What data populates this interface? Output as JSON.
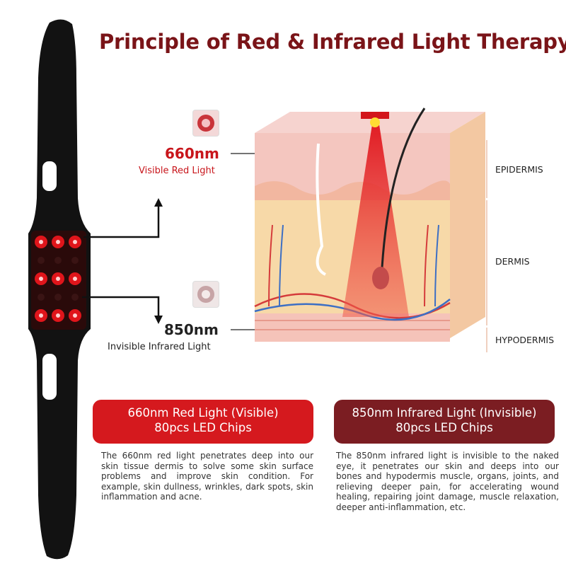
{
  "title": "Principle of Red & Infrared Light Therapy",
  "red": {
    "wavelength": "660nm",
    "label": "Visible Red Light",
    "banner_line1": "660nm Red Light (Visible)",
    "banner_line2": "80pcs LED Chips",
    "description": "The 660nm red light penetrates deep into our skin tissue dermis to solve some skin surface problems and improve skin condition. For example, skin dullness, wrinkles, dark spots, skin inflammation and acne."
  },
  "infrared": {
    "wavelength": "850nm",
    "label": "Invisible Infrared Light",
    "banner_line1": "850nm Infrared Light (Invisible)",
    "banner_line2": "80pcs LED Chips",
    "description": "The 850nm infrared light is invisible to the naked eye, it penetrates our skin and deeps into our bones and hypodermis muscle, organs, joints, and relieving deeper pain, for accelerating wound healing, repairing joint damage, muscle relaxation, deeper anti-inflammation, etc."
  },
  "layers": {
    "epidermis": "EPIDERMIS",
    "dermis": "DERMIS",
    "hypodermis": "HYPODERMIS"
  },
  "colors": {
    "title": "#7a1418",
    "red_accent": "#c8151b",
    "red_banner": "#d5191e",
    "infrared_banner": "#7b1d22",
    "belt": "#111111"
  }
}
